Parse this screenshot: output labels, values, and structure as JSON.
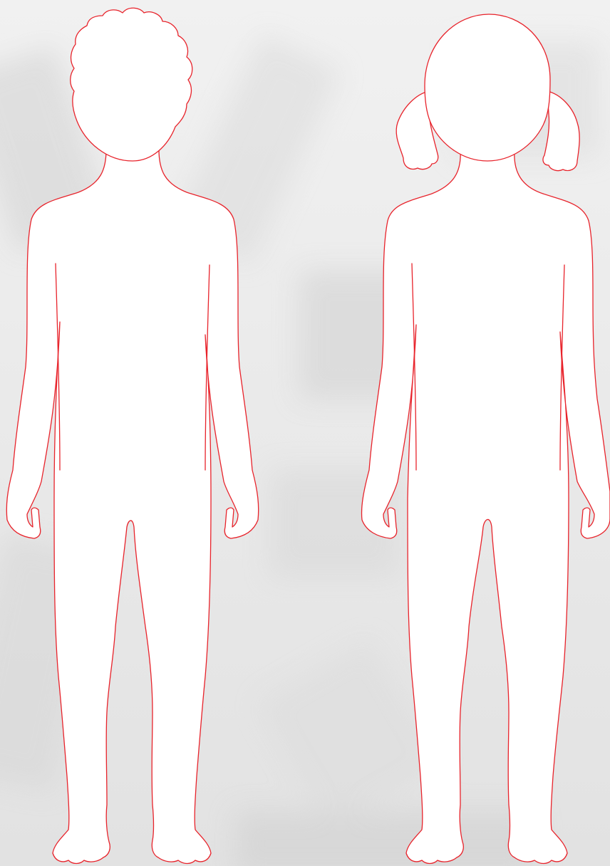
{
  "colors": {
    "outline": "#e8232b",
    "figure_fill": "#ffffff",
    "background": "#ececec"
  },
  "figures": [
    {
      "id": "boy",
      "hair": "curly-short"
    },
    {
      "id": "girl",
      "hair": "pigtails"
    }
  ]
}
